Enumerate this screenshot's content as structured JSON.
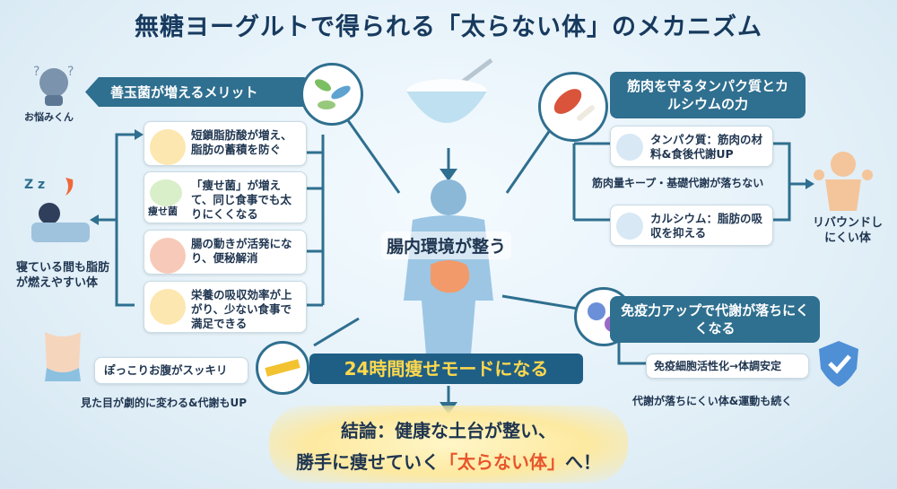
{
  "title": "無糖ヨーグルトで得られる「太らない体」のメカニズム",
  "left": {
    "banner": "善玉菌が増えるメリット",
    "worried": "お悩みくん",
    "cards": [
      {
        "text": "短鎖脂肪酸が増え、脂肪の蓄積を防ぐ",
        "badge": ""
      },
      {
        "text": "「痩せ菌」が増えて、同じ食事でも太りにくくなる",
        "badge": "痩せ菌"
      },
      {
        "text": "腸の動きが活発になり、便秘解消",
        "badge": ""
      },
      {
        "text": "栄養の吸収効率が上がり、少ない食事で満足できる",
        "badge": ""
      }
    ],
    "sleep_label": "寝ている間も脂肪が燃えやすい体",
    "belly_label": "ぽっこりお腹がスッキリ",
    "look_label": "見た目が劇的に変わる&代謝もUP"
  },
  "center": {
    "gut_label": "腸内環境が整う",
    "mode": "24時間痩せモードになる",
    "conclusion_line1": "結論：健康な土台が整い、",
    "conclusion_line2_a": "勝手に痩せていく",
    "conclusion_line2_b": "「太らない体」",
    "conclusion_line2_c": "へ！"
  },
  "right": {
    "banner": "筋肉を守るタンパク質とカルシウムの力",
    "cards": [
      {
        "text": "タンパク質：筋肉の材料&食後代謝UP"
      },
      {
        "text": "カルシウム：脂肪の吸収を抑える"
      }
    ],
    "muscle_keep": "筋肉量キープ・基礎代謝が落ちない",
    "rebound": "リバウンドしにくい体",
    "immune_banner": "免疫力アップで代謝が落ちにくくなる",
    "immune_card": "免疫細胞活性化→体調安定",
    "immune_result": "代謝が落ちにくい体&運動も続く"
  },
  "colors": {
    "accent": "#2f6f8f",
    "highlight": "#e8552b",
    "mode_text": "#ffd84d"
  }
}
